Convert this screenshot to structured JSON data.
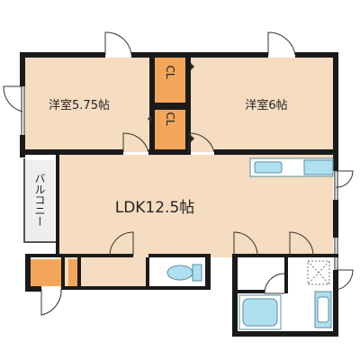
{
  "rooms": {
    "western_room_left": "洋室5.75帖",
    "western_room_right": "洋室6帖",
    "ldk": "LDK12.5帖",
    "closet_top": "CL",
    "closet_bottom": "CL",
    "balcony": "バルコニー"
  },
  "colors": {
    "room_fill": "#f6dcc0",
    "closet_fill": "#f3a55a",
    "wall": "#1a1a1a",
    "fixture_blue": "#aee0f0",
    "fixture_outline": "#5a8ca0",
    "balcony_fill": "#eeeeee"
  },
  "icons": [
    "door-swing-icon",
    "sliding-door-icon",
    "toilet-icon",
    "bathtub-icon",
    "washbasin-icon",
    "kitchen-sink-icon",
    "washing-machine-space-icon"
  ]
}
